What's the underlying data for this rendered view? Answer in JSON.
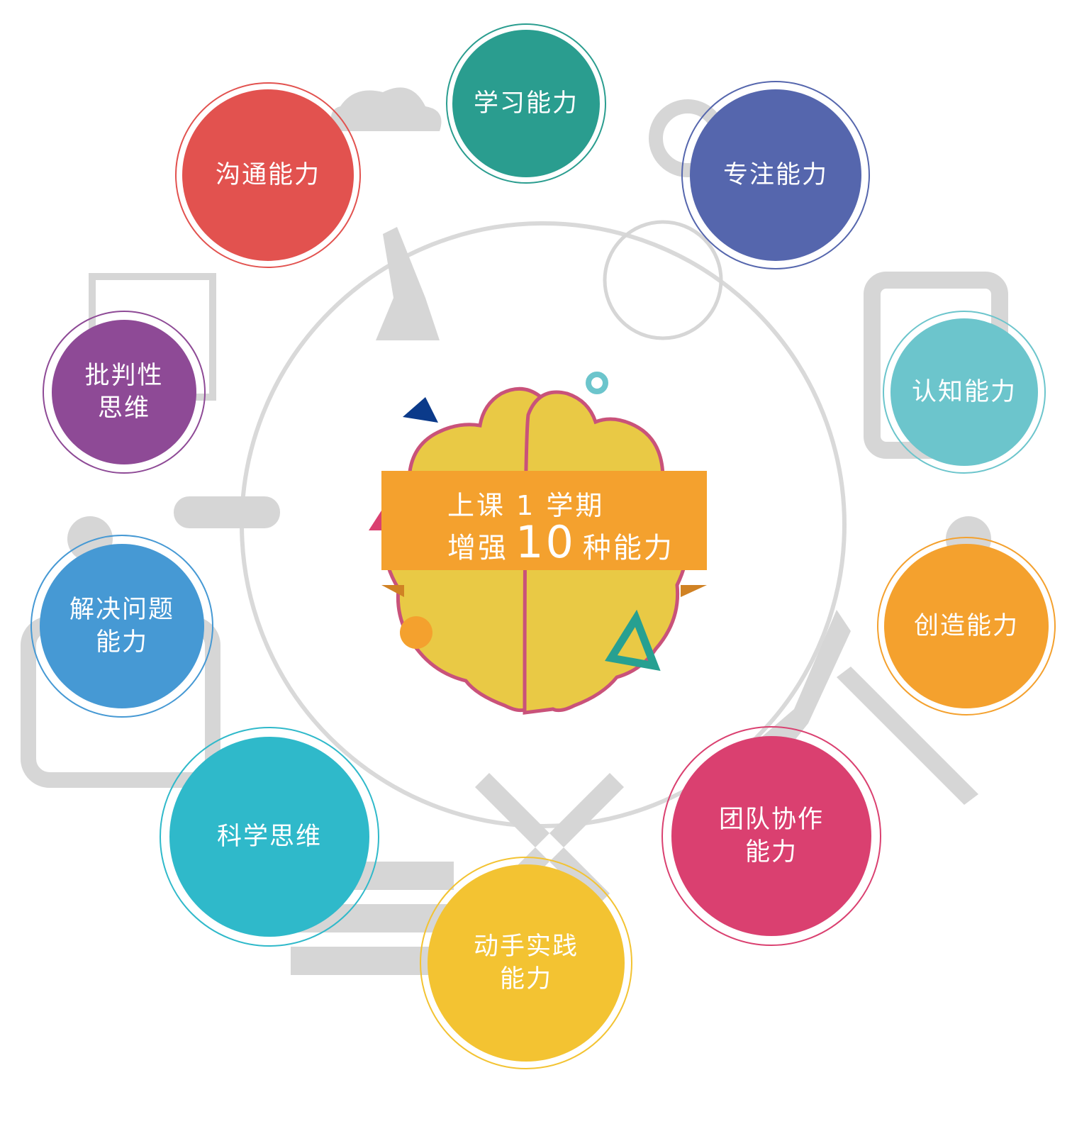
{
  "center": {
    "line1": "上课 1 学期",
    "line2_prefix": "增强",
    "line2_number": "10",
    "line2_suffix": "种能力"
  },
  "abilities": [
    {
      "label": "学习能力",
      "color": "#2a9d8f"
    },
    {
      "label": "专注能力",
      "color": "#5566ad"
    },
    {
      "label": "认知能力",
      "color": "#6cc5cc"
    },
    {
      "label": "创造能力",
      "color": "#f4a12e"
    },
    {
      "label": "团队协作\n能力",
      "color": "#da4070"
    },
    {
      "label": "动手实践\n能力",
      "color": "#f3c332"
    },
    {
      "label": "科学思维",
      "color": "#2fb9ca"
    },
    {
      "label": "解决问题\n能力",
      "color": "#4699d4"
    },
    {
      "label": "批判性\n思维",
      "color": "#8e4a96"
    },
    {
      "label": "沟通能力",
      "color": "#e2524f"
    }
  ]
}
